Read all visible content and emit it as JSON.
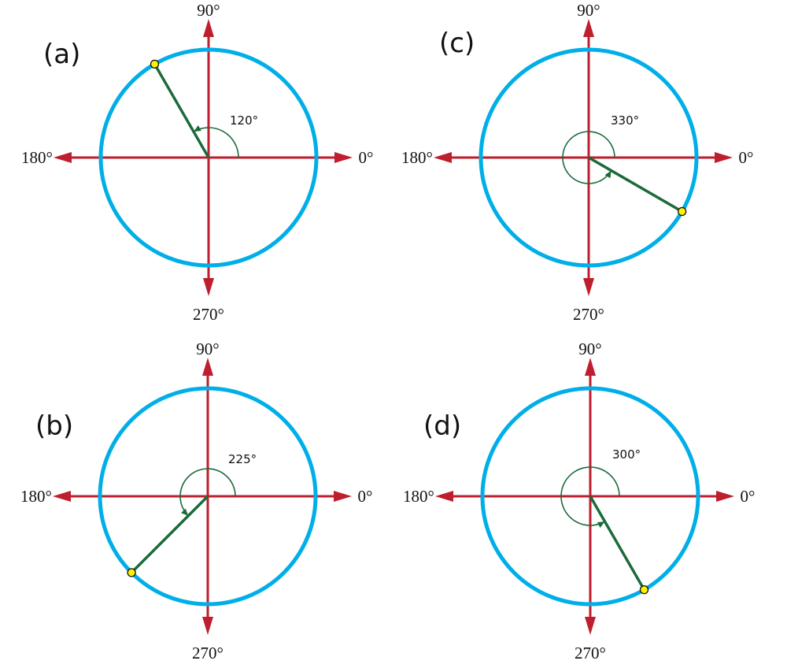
{
  "colors": {
    "circle": "#00aee8",
    "axes": "#be1e2d",
    "vector": "#1b6b3a",
    "point": "#fff200"
  },
  "axis_labels": {
    "east": "0°",
    "north": "90°",
    "west": "180°",
    "south": "270°"
  },
  "panels": [
    {
      "id": "a",
      "label": "(a)",
      "angle_deg": 120,
      "angle_label": "120°"
    },
    {
      "id": "b",
      "label": "(b)",
      "angle_deg": 225,
      "angle_label": "225°"
    },
    {
      "id": "c",
      "label": "(c)",
      "angle_deg": 330,
      "angle_label": "330°"
    },
    {
      "id": "d",
      "label": "(d)",
      "angle_deg": 300,
      "angle_label": "300°"
    }
  ]
}
